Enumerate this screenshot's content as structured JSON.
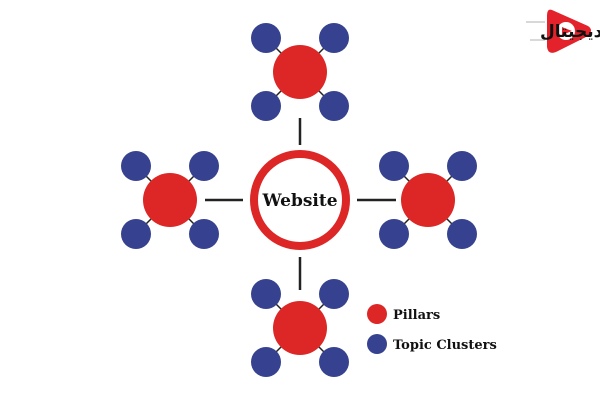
{
  "logo": {
    "text": "گنج دیجیتال",
    "brand_color": "#e3222b"
  },
  "diagram": {
    "center_label": "Website",
    "pillar_count": 4,
    "clusters_per_pillar": 4
  },
  "legend": [
    {
      "label": "Pillars",
      "color": "#dd2626"
    },
    {
      "label": "Topic Clusters",
      "color": "#36418f"
    }
  ],
  "colors": {
    "pillar": "#dd2626",
    "cluster": "#36418f",
    "ring": "#dd2626",
    "line": "#222222"
  }
}
